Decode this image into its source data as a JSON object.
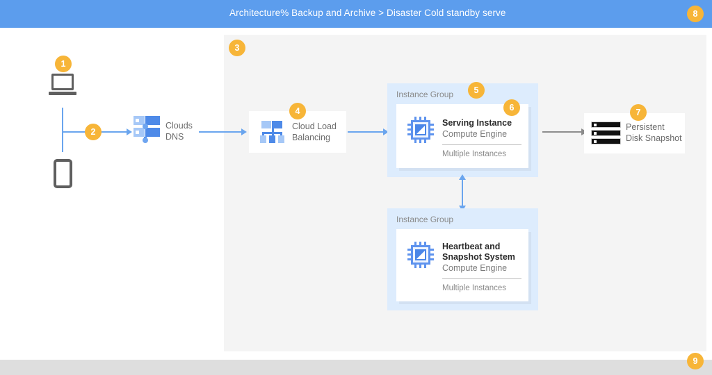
{
  "header": {
    "title": "Architecture% Backup and Archive > Disaster Cold standby serve",
    "badge": "8",
    "bg_color": "#5c9ded"
  },
  "badges": {
    "region": "3",
    "client_laptop": "1",
    "dns_flow": "2",
    "load_balancer": "4",
    "instance_group": "5",
    "serving_instance": "6",
    "disk_snapshot": "7",
    "header_corner": "8",
    "footer_corner": "9"
  },
  "nodes": {
    "laptop": {
      "icon": "laptop-icon",
      "label": ""
    },
    "phone": {
      "icon": "mobile-phone-icon",
      "label": ""
    },
    "dns": {
      "icon": "cloud-dns-icon",
      "label": "Clouds\nDNS"
    },
    "load_balancing": {
      "icon": "cloud-load-balancing-icon",
      "label": "Cloud Load\nBalancing"
    },
    "persistent_disk": {
      "icon": "persistent-disk-icon",
      "label": "Persistent\nDisk Snapshot"
    }
  },
  "instance_groups": [
    {
      "group_label": "Instance Group",
      "card_title": "Serving Instance",
      "card_subtitle": "Compute Engine",
      "card_footer": "Multiple Instances",
      "icon": "compute-engine-cpu-icon"
    },
    {
      "group_label": "Instance Group",
      "card_title": "Heartbeat and\nSnapshot System",
      "card_subtitle": "Compute Engine",
      "card_footer": "Multiple Instances",
      "icon": "compute-engine-cpu-icon"
    }
  ],
  "colors": {
    "accent_badge": "#f7b538",
    "header_blue": "#5c9ded",
    "panel_gray": "#f4f4f4",
    "group_blue": "#ddecfd",
    "connector_blue": "#6aa5ee",
    "connector_gray": "#8d8d8d",
    "footer_gray": "#dedede"
  }
}
